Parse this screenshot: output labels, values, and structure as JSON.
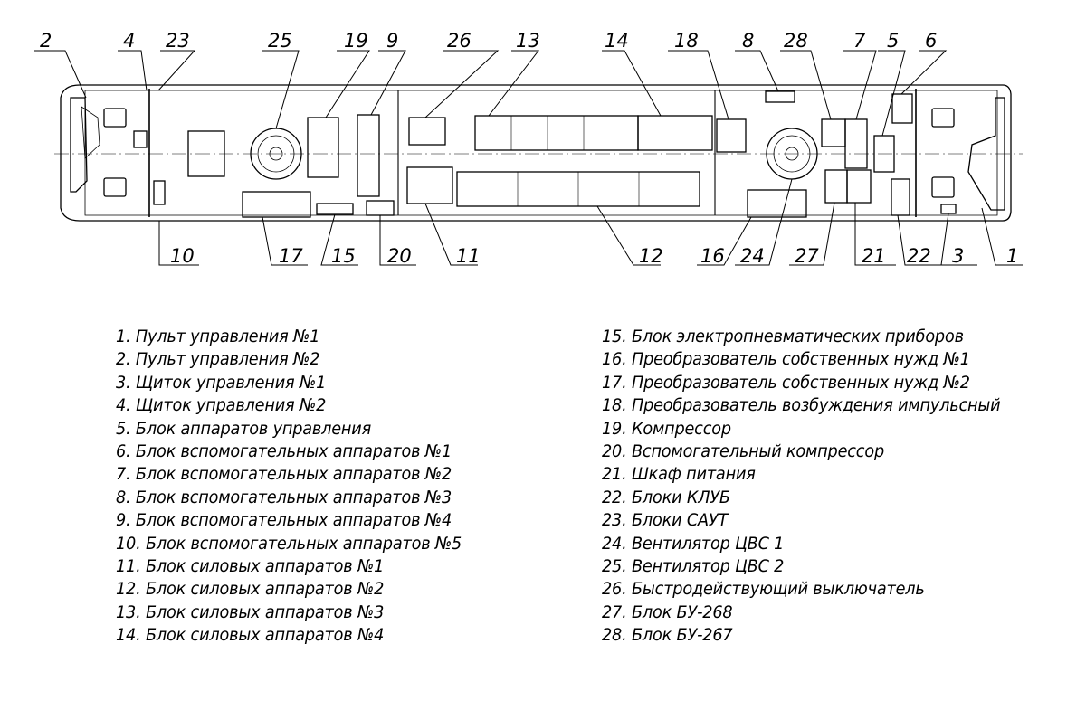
{
  "callouts_top": [
    "2",
    "4",
    "23",
    "25",
    "19",
    "9",
    "26",
    "13",
    "14",
    "18",
    "8",
    "28",
    "7",
    "5",
    "6"
  ],
  "callouts_bottom": [
    "10",
    "17",
    "15",
    "20",
    "11",
    "12",
    "16",
    "24",
    "27",
    "21",
    "22",
    "3",
    "1"
  ],
  "legend": {
    "left": [
      "1. Пульт управления №1",
      "2. Пульт управления №2",
      "3. Щиток управления №1",
      "4. Щиток управления №2",
      "5. Блок аппаратов управления",
      "6. Блок вспомогательных аппаратов №1",
      "7. Блок вспомогательных аппаратов №2",
      "8. Блок вспомогательных аппаратов №3",
      "9. Блок вспомогательных аппаратов №4",
      "10. Блок вспомогательных аппаратов №5",
      "11. Блок силовых аппаратов №1",
      "12. Блок силовых аппаратов №2",
      "13. Блок силовых аппаратов №3",
      "14.  Блок силовых аппаратов №4"
    ],
    "right": [
      "15. Блок электропневматических приборов",
      "16. Преобразователь собственных нужд №1",
      "17. Преобразователь собственных нужд №2",
      "18. Преобразователь возбуждения импульсный",
      "19. Компрессор",
      "20. Вспомогательный компрессор",
      "21. Шкаф питания",
      "22. Блоки КЛУБ",
      "23. Блоки САУТ",
      "24. Вентилятор ЦВС 1",
      "25. Вентилятор ЦВС 2",
      "26. Быстродействующий выключатель",
      "27. Блок БУ-268",
      "28. Блок БУ-267"
    ]
  }
}
